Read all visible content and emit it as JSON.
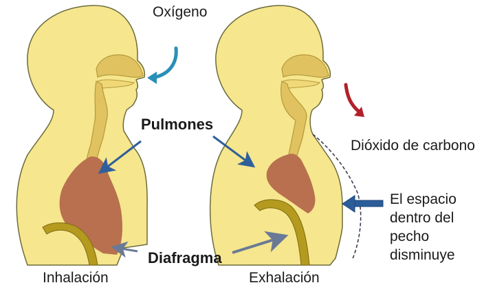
{
  "diagram": {
    "type": "respiration-cycle",
    "panels": [
      {
        "id": "inhalation",
        "caption": "Inhalación",
        "airflow_label": "Oxígeno",
        "airflow_direction": "in",
        "airflow_color": "#2a8fb8"
      },
      {
        "id": "exhalation",
        "caption": "Exhalación",
        "airflow_label": "Dióxido de carbono",
        "airflow_direction": "out",
        "airflow_color": "#b3202a"
      }
    ],
    "shared_labels": {
      "lungs": "Pulmones",
      "diaphragm": "Diafragma"
    },
    "annotation": {
      "chest_space": "El espacio dentro del pecho disminuye"
    },
    "colors": {
      "body_fill": "#f6e68d",
      "body_outline": "#6b6a3c",
      "airway_fill": "#e0c260",
      "lung_fill": "#b8704f",
      "diaphragm_fill": "#b49a1e",
      "pointer_arrow": "#2f5f9a",
      "diaphragm_arrow": "#6a7a96",
      "chest_arrow": "#2b5d9a",
      "text": "#1a1a1a"
    }
  }
}
